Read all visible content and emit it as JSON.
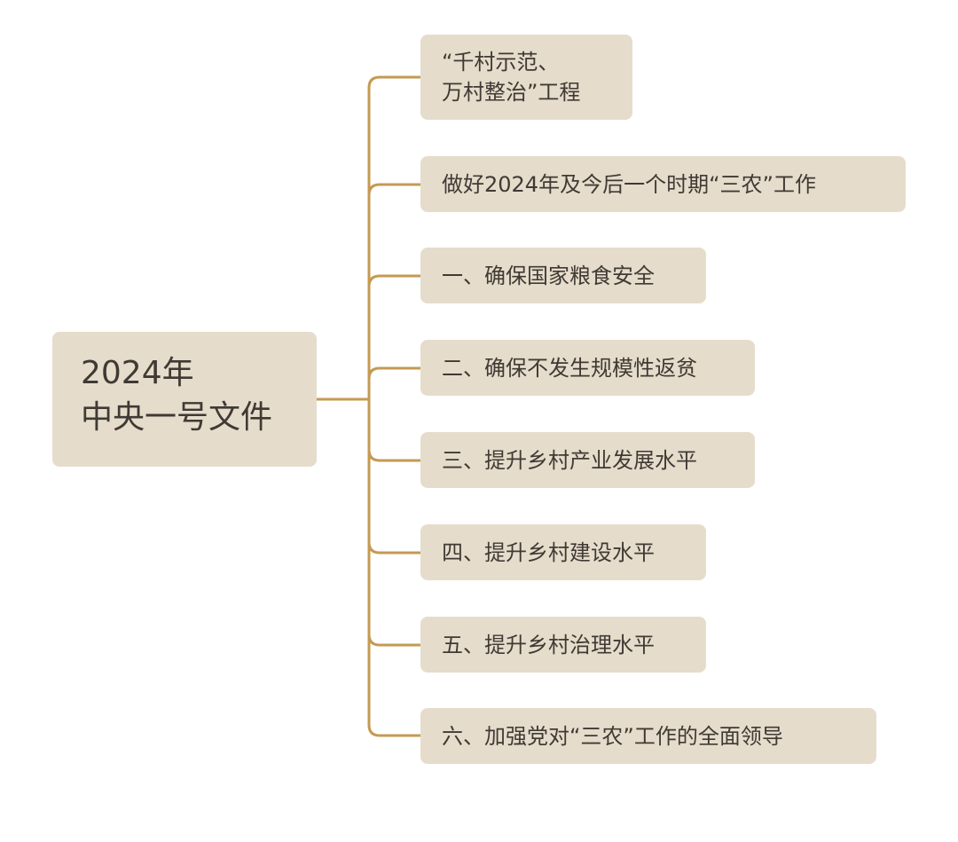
{
  "accent_color": "#c49a52",
  "node_fill": "#e6dccb",
  "text_color": "#3f3a34",
  "root": {
    "lines": [
      "2024年",
      "中央一号文件"
    ]
  },
  "branches": [
    {
      "lines": [
        "“千村示范、",
        "万村整治”工程"
      ]
    },
    {
      "lines": [
        "做好2024年及今后一个时期“三农”工作"
      ]
    },
    {
      "lines": [
        "一、确保国家粮食安全"
      ]
    },
    {
      "lines": [
        "二、确保不发生规模性返贫"
      ]
    },
    {
      "lines": [
        "三、提升乡村产业发展水平"
      ]
    },
    {
      "lines": [
        "四、提升乡村建设水平"
      ]
    },
    {
      "lines": [
        "五、提升乡村治理水平"
      ]
    },
    {
      "lines": [
        "六、加强党对“三农”工作的全面领导"
      ]
    }
  ]
}
